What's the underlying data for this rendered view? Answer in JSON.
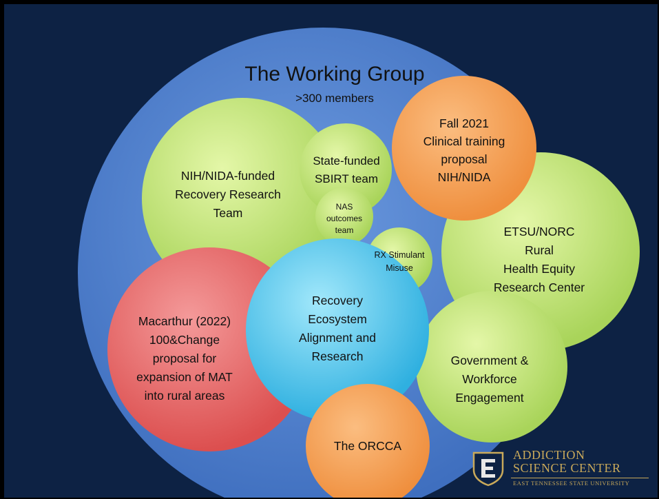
{
  "title": "The Working Group",
  "subtitle": ">300 members",
  "colors": {
    "background": "#0d2244",
    "outer_circle": "#4f80d0",
    "green": "#c6e87a",
    "orange": "#f7a35c",
    "red": "#ea6f6f",
    "blue": "#55c9ee",
    "logo_gold": "#c9a95a"
  },
  "bubbles": [
    {
      "id": "nih-recovery",
      "lines": [
        "NIH/NIDA-funded",
        "Recovery Research",
        "Team"
      ]
    },
    {
      "id": "state-sbirt",
      "lines": [
        "State-funded",
        "SBIRT team"
      ]
    },
    {
      "id": "fall-2021",
      "lines": [
        "Fall 2021",
        "Clinical training",
        "proposal",
        "NIH/NIDA"
      ]
    },
    {
      "id": "nas-outcomes",
      "lines": [
        "NAS",
        "outcomes",
        "team"
      ]
    },
    {
      "id": "rx-stimulant",
      "lines": [
        "RX Stimulant",
        "Misuse"
      ]
    },
    {
      "id": "etsu-norc",
      "lines": [
        "ETSU/NORC",
        "Rural",
        "Health Equity",
        "Research Center"
      ]
    },
    {
      "id": "macarthur",
      "lines": [
        "Macarthur (2022)",
        "100&Change",
        "proposal for",
        "expansion of MAT",
        "into rural areas"
      ]
    },
    {
      "id": "recovery-ecosystem",
      "lines": [
        "Recovery",
        "Ecosystem",
        "Alignment and",
        "Research"
      ]
    },
    {
      "id": "government",
      "lines": [
        "Government &",
        "Workforce",
        "Engagement"
      ]
    },
    {
      "id": "orcca",
      "lines": [
        "The ORCCA"
      ]
    }
  ],
  "logo": {
    "icon": "etsu-e-shield-icon",
    "line1": "ADDICTION",
    "line2": "SCIENCE CENTER",
    "subline": "EAST TENNESSEE STATE UNIVERSITY"
  }
}
